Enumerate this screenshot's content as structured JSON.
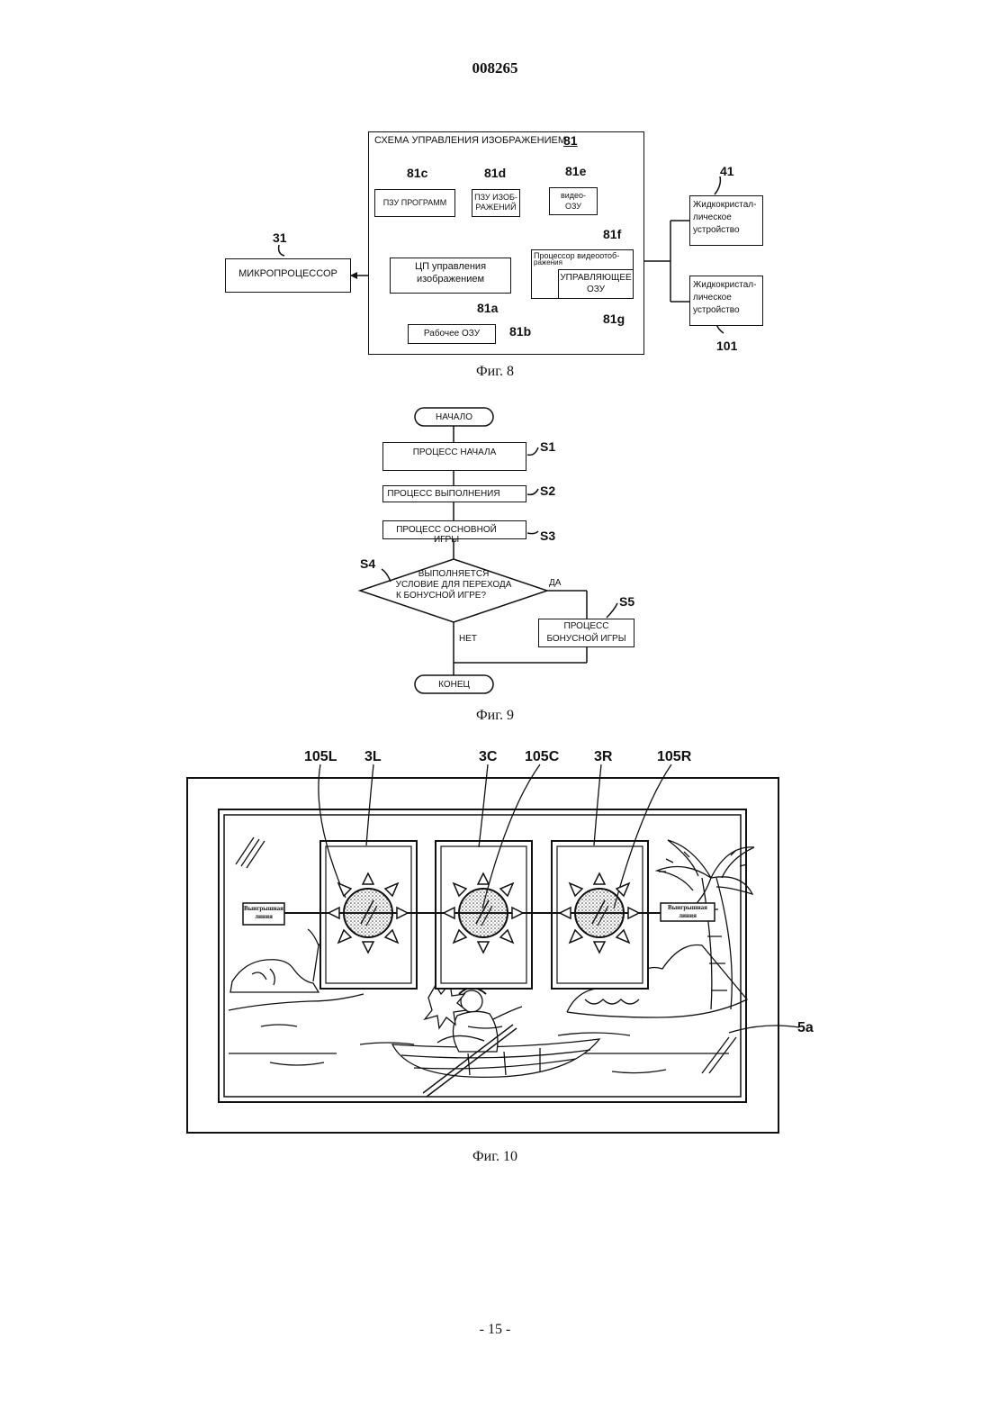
{
  "header": {
    "doc_number": "008265"
  },
  "fig8": {
    "caption": "Фиг. 8",
    "outer_title": "СХЕМА УПРАВЛЕНИЯ ИЗОБРАЖЕНИЕМ",
    "outer_ref": "81",
    "microprocessor": "МИКРОПРОЦЕССОР",
    "ref_31": "31",
    "program_rom": "ПЗУ ПРОГРАММ",
    "ref_81c": "81c",
    "image_rom_1": "ПЗУ ИЗОБ-",
    "image_rom_2": "РАЖЕНИЙ",
    "ref_81d": "81d",
    "video_ram_1": "видео-",
    "video_ram_2": "ОЗУ",
    "ref_81e": "81e",
    "cpu_1": "ЦП управления",
    "cpu_2": "изображением",
    "ref_81a": "81a",
    "video_proc_1": "Процессор видеоотоб-",
    "video_proc_2": "ражения",
    "ref_81f": "81f",
    "control_ram_1": "УПРАВЛЯЮЩЕЕ",
    "control_ram_2": "ОЗУ",
    "ref_81g": "81g",
    "work_ram": "Рабочее  ОЗУ",
    "ref_81b": "81b",
    "lcd1_1": "Жидкокристал-",
    "lcd1_2": "лическое",
    "lcd1_3": "устройство",
    "ref_41": "41",
    "lcd2_1": "Жидкокристал-",
    "lcd2_2": "лическое",
    "lcd2_3": "устройство",
    "ref_101": "101"
  },
  "fig9": {
    "caption": "Фиг. 9",
    "start": "НАЧАЛО",
    "s1_text": "ПРОЦЕСС  НАЧАЛА",
    "s1": "S1",
    "s2_text": "ПРОЦЕСС  ВЫПОЛНЕНИЯ",
    "s2": "S2",
    "s3_text": "ПРОЦЕСС  ОСНОВНОЙ  ИГРЫ",
    "s3": "S3",
    "s4": "S4",
    "s4_1": "ВЫПОЛНЯЕТСЯ",
    "s4_2": "УСЛОВИЕ ДЛЯ ПЕРЕХОДА",
    "s4_3": "К БОНУСНОЙ ИГРЕ?",
    "yes": "ДА",
    "no": "НЕТ",
    "s5": "S5",
    "s5_1": "ПРОЦЕСС",
    "s5_2": "БОНУСНОЙ  ИГРЫ",
    "end": "КОНЕЦ"
  },
  "fig10": {
    "caption": "Фиг. 10",
    "ref_105L": "105L",
    "ref_3L": "3L",
    "ref_3C": "3C",
    "ref_105C": "105C",
    "ref_3R": "3R",
    "ref_105R": "105R",
    "ref_5a": "5a",
    "payline_left_1": "Выигрышная",
    "payline_left_2": "линия",
    "payline_right_1": "Выигрышная",
    "payline_right_2": "линия"
  },
  "footer": {
    "page": "- 15 -"
  }
}
